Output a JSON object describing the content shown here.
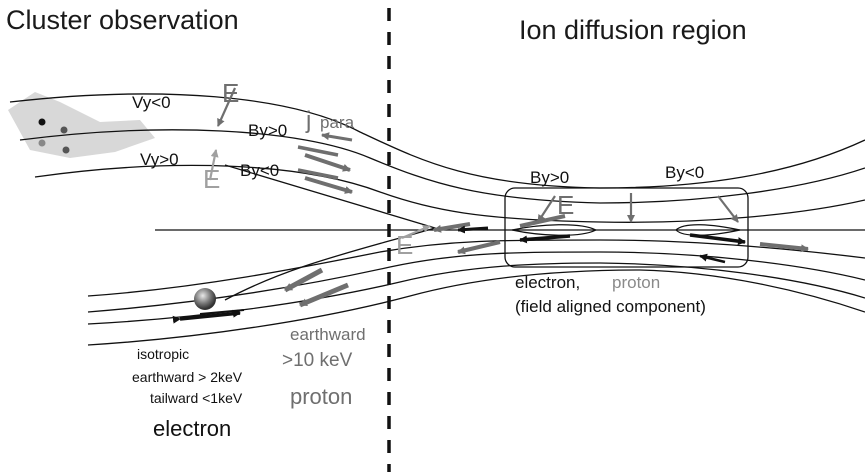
{
  "titles": {
    "left": "Cluster observation",
    "right": "Ion diffusion region"
  },
  "labels": {
    "e_field": "E",
    "j_para_j": "j",
    "j_para_sub": "para",
    "vy_neg": "Vy<0",
    "vy_pos": "Vy>0",
    "by_pos": "By>0",
    "by_neg": "By<0",
    "electron_comma": "electron,",
    "proton": "proton",
    "field_aligned": "(field aligned component)",
    "earthward_word": "earthward",
    "gt10kev": ">10 keV",
    "isotropic": "isotropic",
    "earthward_2kev": "earthward > 2keV",
    "tailward_1kev": "tailward <1keV",
    "electron": "electron"
  },
  "colors": {
    "black": "#111111",
    "gray": "#6f6f6f",
    "light_gray": "#a0a0a0",
    "shade": "#d8d8d8"
  }
}
